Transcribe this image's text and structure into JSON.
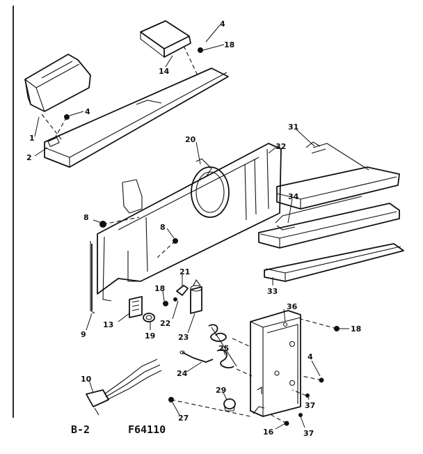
{
  "caption": {
    "section": "B-2",
    "figure_number": "F64110"
  },
  "callouts": [
    {
      "id": "c-4a",
      "text": "4"
    },
    {
      "id": "c-18a",
      "text": "18"
    },
    {
      "id": "c-14",
      "text": "14"
    },
    {
      "id": "c-4b",
      "text": "4"
    },
    {
      "id": "c-1",
      "text": "1"
    },
    {
      "id": "c-2",
      "text": "2"
    },
    {
      "id": "c-20",
      "text": "20"
    },
    {
      "id": "c-31",
      "text": "31"
    },
    {
      "id": "c-32",
      "text": "32"
    },
    {
      "id": "c-8a",
      "text": "8"
    },
    {
      "id": "c-8b",
      "text": "8"
    },
    {
      "id": "c-34",
      "text": "34"
    },
    {
      "id": "c-33",
      "text": "33"
    },
    {
      "id": "c-21",
      "text": "21"
    },
    {
      "id": "c-18b",
      "text": "18"
    },
    {
      "id": "c-22",
      "text": "22"
    },
    {
      "id": "c-23",
      "text": "23"
    },
    {
      "id": "c-13",
      "text": "13"
    },
    {
      "id": "c-19",
      "text": "19"
    },
    {
      "id": "c-9",
      "text": "9"
    },
    {
      "id": "c-36",
      "text": "36"
    },
    {
      "id": "c-18c",
      "text": "18"
    },
    {
      "id": "c-25",
      "text": "25"
    },
    {
      "id": "c-24",
      "text": "24"
    },
    {
      "id": "c-4c",
      "text": "4"
    },
    {
      "id": "c-10",
      "text": "10"
    },
    {
      "id": "c-29",
      "text": "29"
    },
    {
      "id": "c-37a",
      "text": "37"
    },
    {
      "id": "c-27",
      "text": "27"
    },
    {
      "id": "c-16",
      "text": "16"
    },
    {
      "id": "c-37b",
      "text": "37"
    }
  ]
}
